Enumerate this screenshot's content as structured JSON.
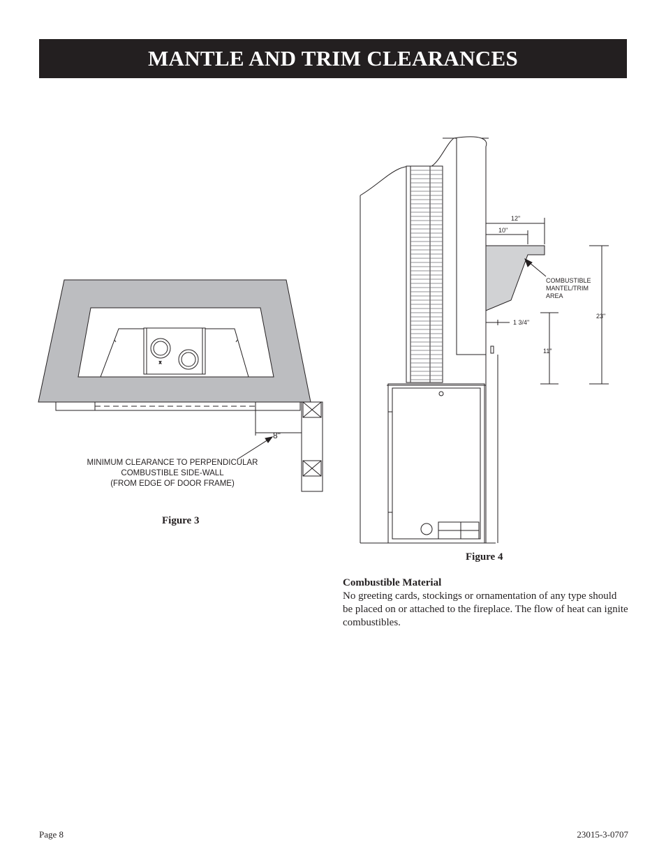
{
  "header": {
    "title": "MANTLE AND TRIM CLEARANCES"
  },
  "figure3": {
    "caption": "Figure 3",
    "dimension": "8\"",
    "note": [
      "MINIMUM CLEARANCE TO PERPENDICULAR",
      "COMBUSTIBLE SIDE-WALL",
      "(FROM EDGE OF DOOR FRAME)"
    ]
  },
  "figure4": {
    "caption": "Figure 4",
    "dim_12": "12\"",
    "dim_10": "10\"",
    "dim_1_3_4": "1 3/4\"",
    "dim_11": "11\"",
    "dim_23": "23\"",
    "area_label": [
      "COMBUSTIBLE",
      "MANTEL/TRIM",
      "AREA"
    ]
  },
  "combustible": {
    "heading": "Combustible Material",
    "body": "No greeting cards, stockings or ornamentation of any type should be placed on or attached to the fireplace. The flow of heat can ignite combustibles."
  },
  "footer": {
    "page": "Page 8",
    "doc_number": "23015-3-0707"
  },
  "colors": {
    "title_bg": "#231f20",
    "surround_fill": "#bcbdc0",
    "shelf_fill": "#d1d2d4"
  }
}
